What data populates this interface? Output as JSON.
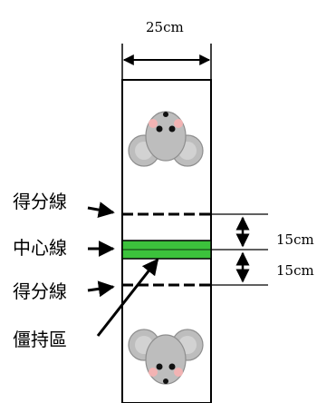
{
  "dimensions": {
    "width_label": "25cm",
    "upper_gap_label": "15cm",
    "lower_gap_label": "15cm"
  },
  "labels": {
    "score_line_top": "得分線",
    "center_line": "中心線",
    "score_line_bottom": "得分線",
    "stalemate_zone": "僵持區"
  },
  "colors": {
    "center_band": "#3cc23c",
    "mouse_body": "#bdbdbd",
    "mouse_cheek": "#f2b3b3",
    "ink": "#000000"
  }
}
